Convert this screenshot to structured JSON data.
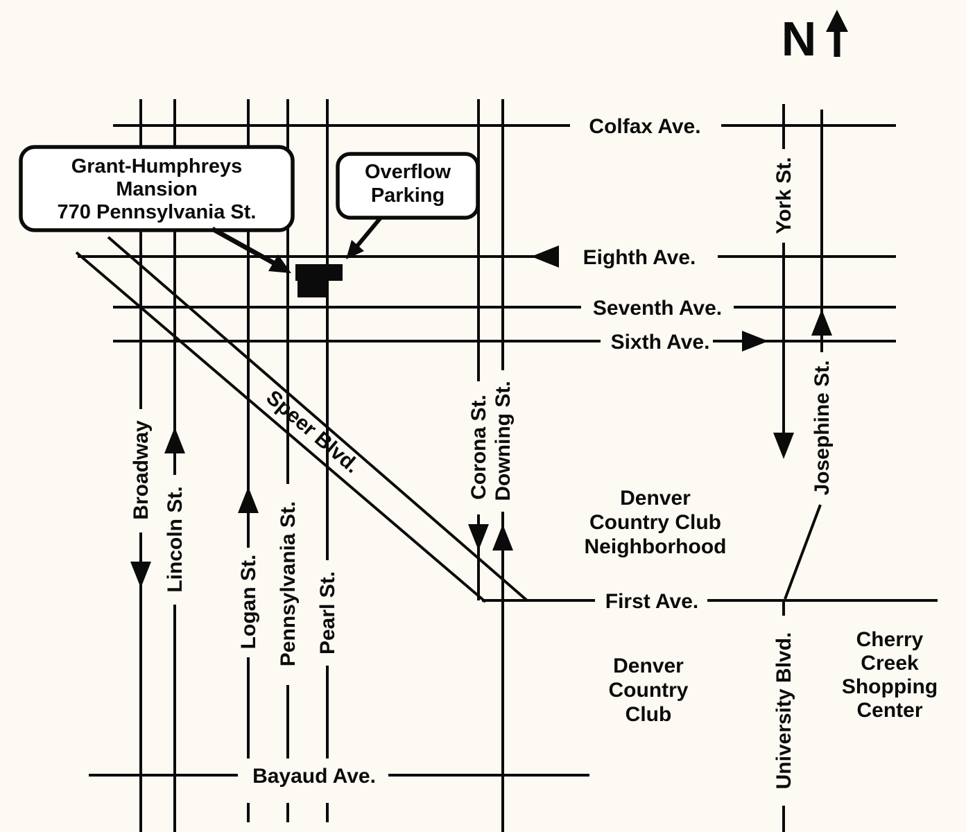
{
  "compass": {
    "north": "N"
  },
  "callouts": {
    "mansion": {
      "line1": "Grant-Humphreys",
      "line2": "Mansion",
      "line3": "770 Pennsylvania St."
    },
    "parking": {
      "line1": "Overflow",
      "line2": "Parking"
    }
  },
  "streets": {
    "colfax": "Colfax Ave.",
    "eighth": "Eighth Ave.",
    "seventh": "Seventh Ave.",
    "sixth": "Sixth Ave.",
    "first": "First Ave.",
    "bayaud": "Bayaud Ave.",
    "speer": "Speer Blvd.",
    "broadway": "Broadway",
    "lincoln": "Lincoln St.",
    "logan": "Logan St.",
    "pennsylvania": "Pennsylvania St.",
    "pearl": "Pearl St.",
    "corona": "Corona St.",
    "downing": "Downing St.",
    "york": "York St.",
    "josephine": "Josephine St.",
    "university": "University Blvd."
  },
  "areas": {
    "neighborhood": [
      "Denver",
      "Country Club",
      "Neighborhood"
    ],
    "country_club": [
      "Denver",
      "Country",
      "Club"
    ],
    "cherry_creek": [
      "Cherry",
      "Creek",
      "Shopping",
      "Center"
    ]
  },
  "colors": {
    "background": "#FCFAF3",
    "ink": "#0B0B0B"
  }
}
